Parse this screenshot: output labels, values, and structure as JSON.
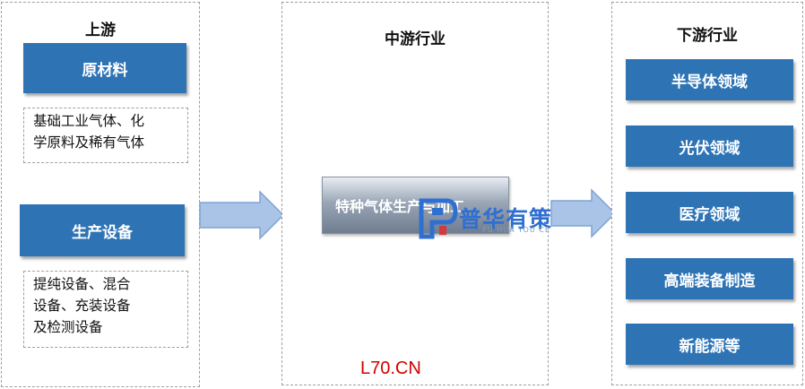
{
  "upstream": {
    "title": "上游",
    "box1": "原材料",
    "note1": "基础工业气体、化\n学原料及稀有气体",
    "box2": "生产设备",
    "note2": "提纯设备、混合\n设备、充装设备\n及检测设备"
  },
  "midstream": {
    "title": "中游行业",
    "box": "特种气体生产与加工"
  },
  "downstream": {
    "title": "下游行业",
    "items": [
      "半导体领域",
      "光伏领域",
      "医疗领域",
      "高端装备制造",
      "新能源等"
    ]
  },
  "watermarks": {
    "brand": "普华有策",
    "brand_sub": "PU HUA YOU CE",
    "site": "L70.CN"
  },
  "colors": {
    "box_blue": "#2e74b5",
    "arrow_fill": "#a9c4e6",
    "arrow_stroke": "#7fa3d3",
    "brand_blue": "#2f6fd1",
    "site_red": "#d40000"
  }
}
